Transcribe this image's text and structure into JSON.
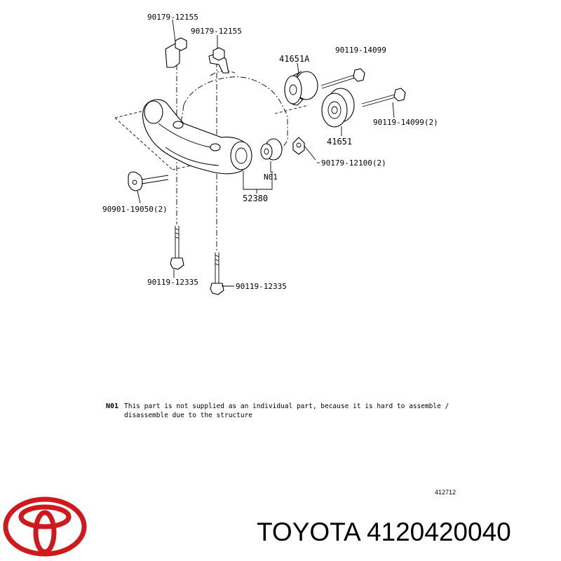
{
  "labels": {
    "bracket_left": "90179-12155",
    "bracket_right": "90179-12155",
    "bushing_a": "41651A",
    "bolt_top": "90119-14099",
    "bolt_mid": "90119-14099(2)",
    "bushing": "41651",
    "nut_side": "90179-12100(2)",
    "note_ref": "N01",
    "assembly": "52380",
    "bolt_left": "90901-19050(2)",
    "bolt_bottom_left": "90119-12335",
    "bolt_bottom_right": "90119-12335"
  },
  "note": {
    "key": "N01",
    "line1": "This part is not supplied as an individual part, because it is hard to assemble /",
    "line2": "disassemble due to the structure"
  },
  "diagram_code": "412712",
  "brand": {
    "name": "TOYOTA",
    "part_number": "4120420040",
    "logo_color": "#d0191e"
  }
}
